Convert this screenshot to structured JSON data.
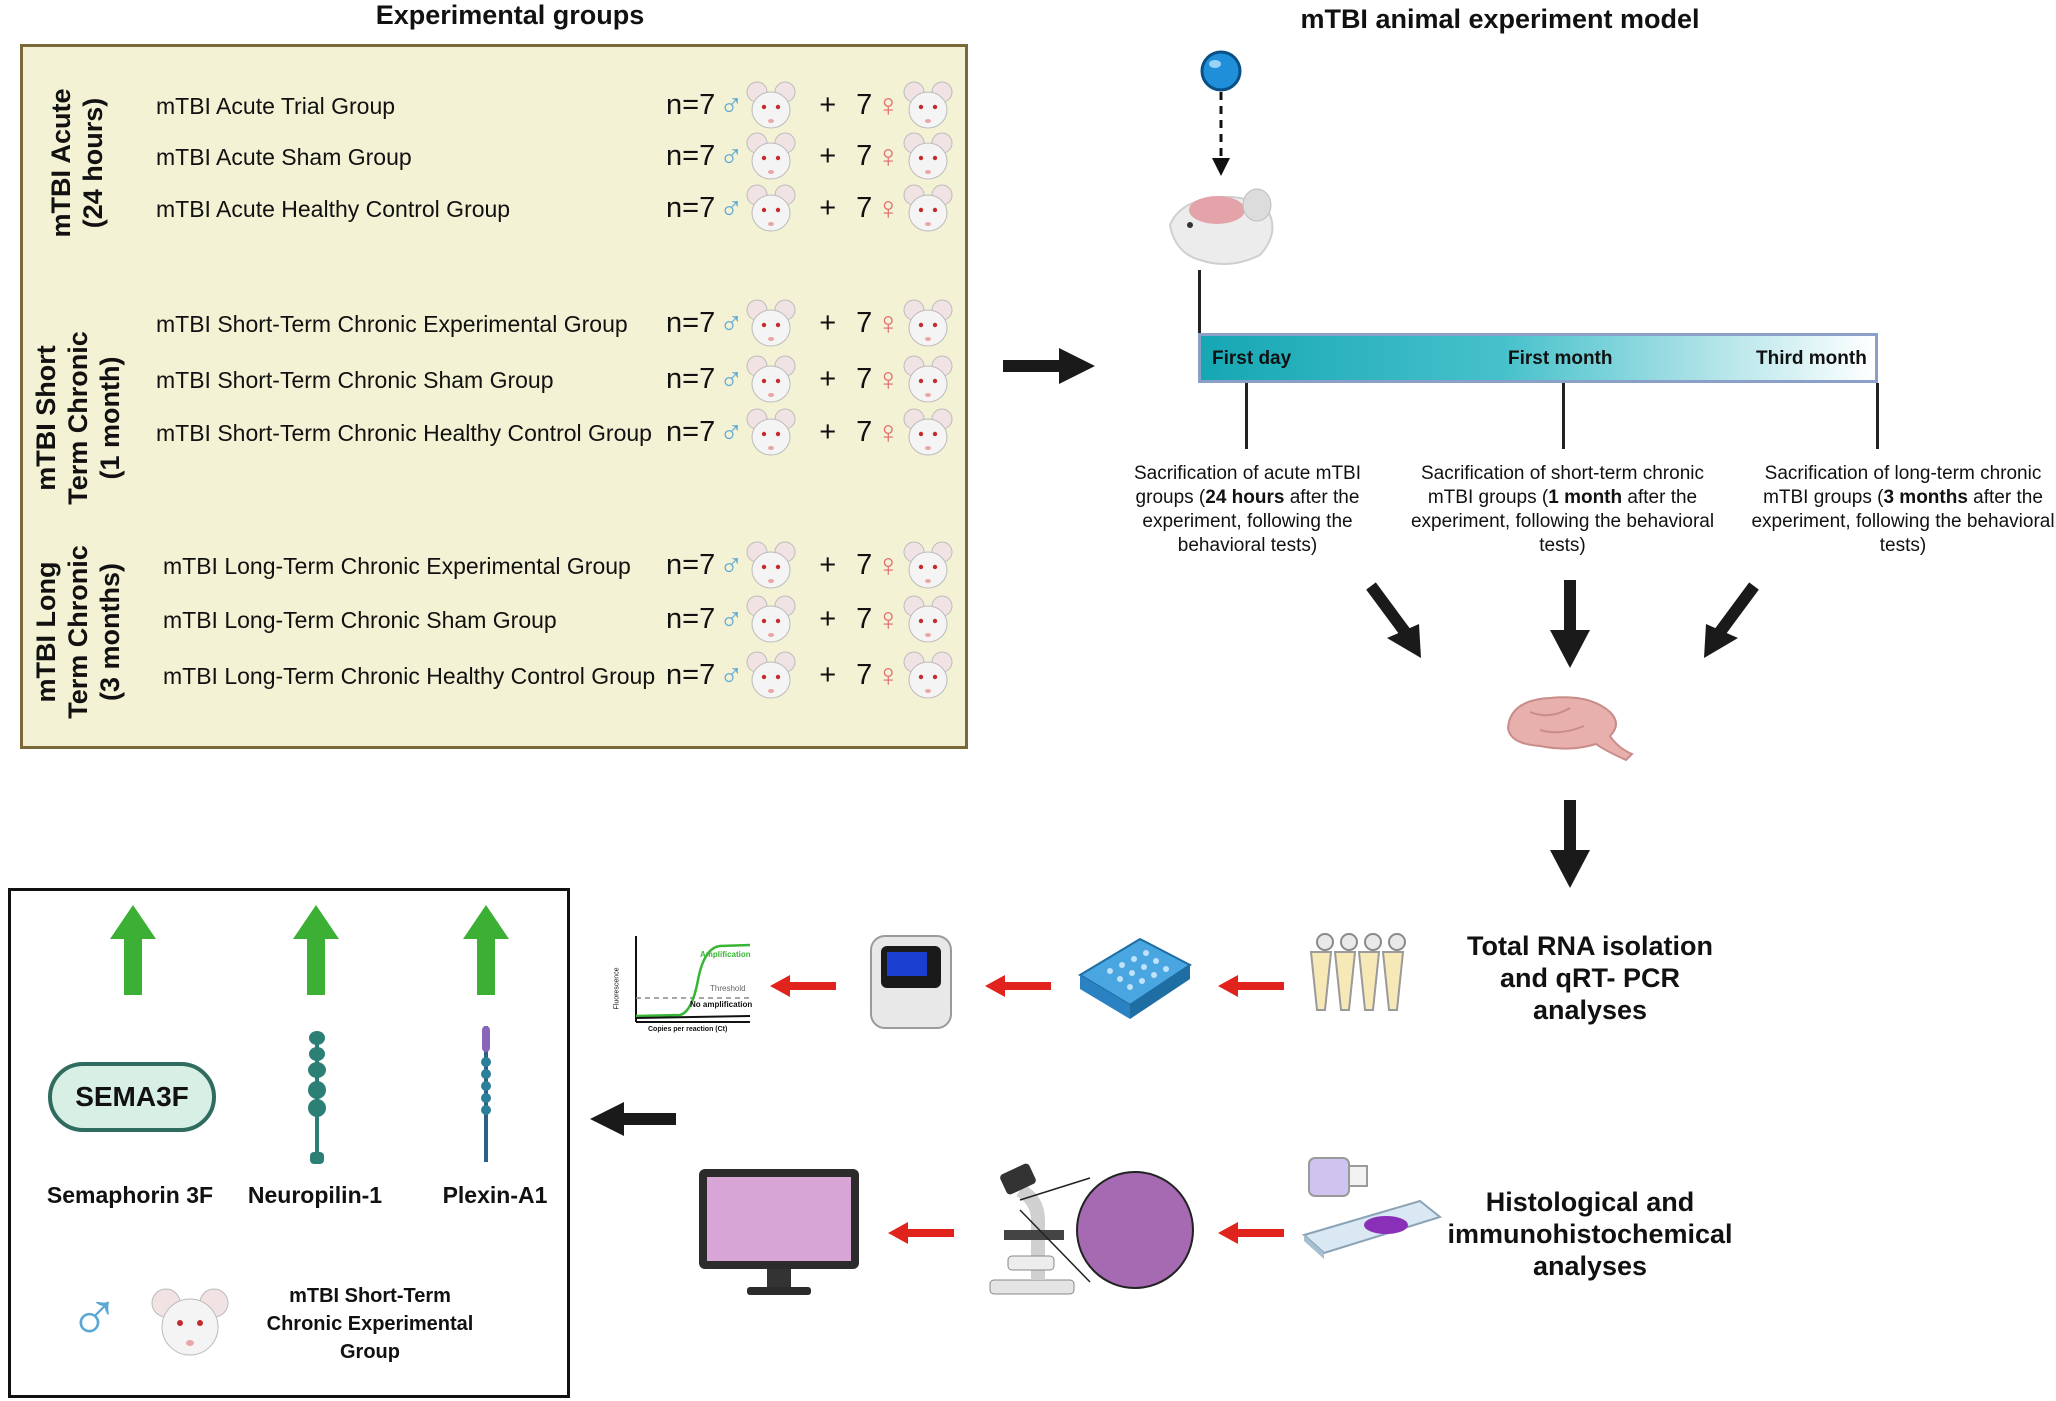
{
  "headings": {
    "groups": "Experimental groups",
    "model": "mTBI animal experiment model"
  },
  "sections": [
    {
      "label_line1": "mTBI Acute",
      "label_line2": "(24 hours)",
      "label_line3": "",
      "groups": [
        "mTBI Acute Trial Group",
        "mTBI Acute Sham Group",
        "mTBI Acute Healthy Control Group"
      ]
    },
    {
      "label_line1": "mTBI Short",
      "label_line2": "Term Chronic",
      "label_line3": "(1 month)",
      "groups": [
        "mTBI Short-Term Chronic Experimental Group",
        "mTBI Short-Term Chronic Sham Group",
        "mTBI Short-Term Chronic Healthy Control Group"
      ]
    },
    {
      "label_line1": "mTBI Long",
      "label_line2": "Term Chronic",
      "label_line3": "(3 months)",
      "groups": [
        "mTBI Long-Term Chronic Experimental Group",
        "mTBI Long-Term Chronic Sham Group",
        "mTBI Long-Term Chronic Healthy Control Group"
      ]
    }
  ],
  "counts": {
    "male_n": "n=7",
    "female_n": "7",
    "plus": "+",
    "male_symbol": "♂",
    "female_symbol": "♀"
  },
  "timeline": {
    "first_day": "First day",
    "first_month": "First month",
    "third_month": "Third month"
  },
  "sacrifice": [
    {
      "before": "Sacrification of acute mTBI groups (",
      "bold": "24 hours",
      "after": " after the experiment, following the behavioral tests)"
    },
    {
      "before": "Sacrification of short-term chronic mTBI groups (",
      "bold": "1 month",
      "after": " after the experiment, following the behavioral tests)"
    },
    {
      "before": "Sacrification of long-term chronic mTBI groups (",
      "bold": "3 months",
      "after": " after the experiment, following the behavioral tests)"
    }
  ],
  "steps": {
    "rna_line1": "Total RNA isolation",
    "rna_line2": "and qRT- PCR",
    "rna_line3": "analyses",
    "histo_line1": "Histological and",
    "histo_line2": "immunohistochemical",
    "histo_line3": "analyses"
  },
  "pcr_plot": {
    "amplification": "Amplification",
    "threshold": "Threshold",
    "no_amplification": "No amplification",
    "ylabel": "Fluorescence",
    "xlabel": "Copies per reaction (Ct)"
  },
  "results": {
    "sema_pill": "SEMA3F",
    "markers": [
      "Semaphorin 3F",
      "Neuropilin-1",
      "Plexin-A1"
    ],
    "legend_line1": "mTBI Short-Term",
    "legend_line2": "Chronic Experimental",
    "legend_line3": "Group",
    "legend_symbol": "♂"
  },
  "colors": {
    "up_arrow": "#3cb035",
    "red_arrow": "#e0231c",
    "male": "#5aa7d6",
    "female": "#e26b6b",
    "panel_bg": "#f4f2d4",
    "panel_border": "#7a6a3a",
    "timeline_start": "#16a7b4"
  }
}
